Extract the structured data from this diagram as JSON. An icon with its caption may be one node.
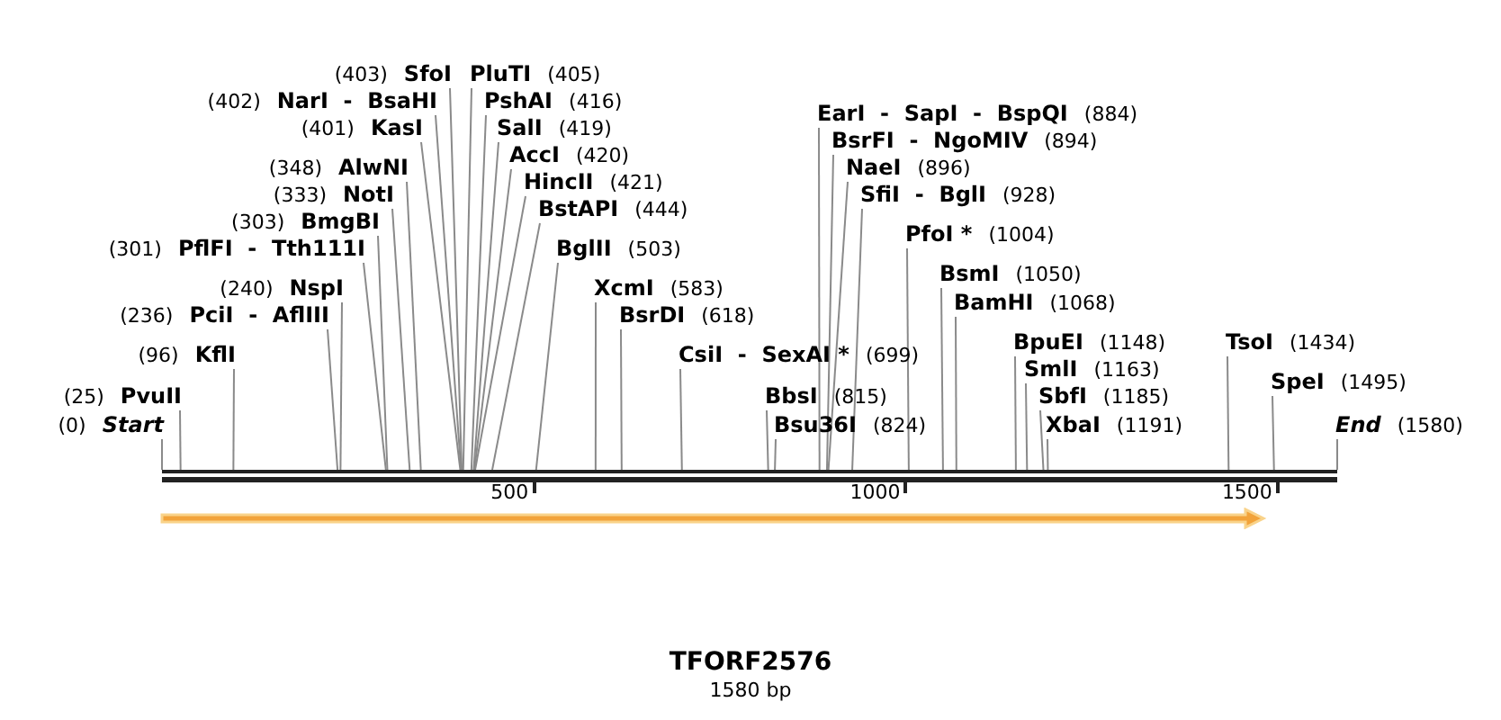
{
  "diagram": {
    "title": "TFORF2576",
    "caption": "1580 bp",
    "nodes": [
      {
        "text": [
          "(0)",
          "Start"
        ]
      },
      {
        "text": [
          "(25)",
          "PvuII"
        ]
      },
      {
        "text": [
          "(96)",
          "KflI"
        ]
      },
      {
        "text": [
          "(236)",
          "PciI  -  AflIII"
        ]
      },
      {
        "text": [
          "(240)",
          "NspI"
        ]
      },
      {
        "text": [
          "(301)",
          "PflFI  -  Tth111I"
        ]
      },
      {
        "text": [
          "(303)",
          "BmgBI"
        ]
      },
      {
        "text": [
          "(333)",
          "NotI"
        ]
      },
      {
        "text": [
          "(348)",
          "AlwNI"
        ]
      },
      {
        "text": [
          "(401)",
          "KasI"
        ]
      },
      {
        "text": [
          "(402)",
          "NarI  -  BsaHI"
        ]
      },
      {
        "text": [
          "(403)",
          "SfoI"
        ]
      },
      {
        "text": [
          "PluTI",
          "(405)"
        ]
      },
      {
        "text": [
          "PshAI",
          "(416)"
        ]
      },
      {
        "text": [
          "SalI",
          "(419)"
        ]
      },
      {
        "text": [
          "AccI",
          "(420)"
        ]
      },
      {
        "text": [
          "HincII",
          "(421)"
        ]
      },
      {
        "text": [
          "BstAPI",
          "(444)"
        ]
      },
      {
        "text": [
          "BglII",
          "(503)"
        ]
      },
      {
        "text": [
          "XcmI",
          "(583)"
        ]
      },
      {
        "text": [
          "BsrDI",
          "(618)"
        ]
      },
      {
        "text": [
          "CsiI  -  SexAI *",
          "(699)"
        ]
      },
      {
        "text": [
          "BbsI",
          "(815)"
        ]
      },
      {
        "text": [
          "Bsu36I",
          "(824)"
        ]
      },
      {
        "text": [
          "EarI  -  SapI  -  BspQI",
          "(884)"
        ]
      },
      {
        "text": [
          "BsrFI  -  NgoMIV",
          "(894)"
        ]
      },
      {
        "text": [
          "NaeI",
          "(896)"
        ]
      },
      {
        "text": [
          "SfiI  -  BglI",
          "(928)"
        ]
      },
      {
        "text": [
          "PfoI *",
          "(1004)"
        ]
      },
      {
        "text": [
          "BsmI",
          "(1050)"
        ]
      },
      {
        "text": [
          "BamHI",
          "(1068)"
        ]
      },
      {
        "text": [
          "BpuEI",
          "(1148)"
        ]
      },
      {
        "text": [
          "SmlI",
          "(1163)"
        ]
      },
      {
        "text": [
          "SbfI",
          "(1185)"
        ]
      },
      {
        "text": [
          "XbaI",
          "(1191)"
        ]
      },
      {
        "text": [
          "TsoI",
          "(1434)"
        ]
      },
      {
        "text": [
          "SpeI",
          "(1495)"
        ]
      },
      {
        "text": [
          "End",
          "(1580)"
        ]
      },
      {
        "text": [],
        "shape": "bar"
      },
      {
        "text": [],
        "shape": "arrow"
      }
    ],
    "edges": [
      {
        "from": 0,
        "to": 38,
        "arrow": "none"
      },
      {
        "from": 1,
        "to": 38,
        "arrow": "none"
      },
      {
        "from": 2,
        "to": 38,
        "arrow": "none"
      },
      {
        "from": 3,
        "to": 38,
        "arrow": "none"
      },
      {
        "from": 4,
        "to": 38,
        "arrow": "none"
      },
      {
        "from": 5,
        "to": 38,
        "arrow": "none"
      },
      {
        "from": 6,
        "to": 38,
        "arrow": "none"
      },
      {
        "from": 7,
        "to": 38,
        "arrow": "none"
      },
      {
        "from": 8,
        "to": 38,
        "arrow": "none"
      },
      {
        "from": 9,
        "to": 38,
        "arrow": "none"
      },
      {
        "from": 10,
        "to": 38,
        "arrow": "none"
      },
      {
        "from": 11,
        "to": 38,
        "arrow": "none"
      },
      {
        "from": 12,
        "to": 38,
        "arrow": "none"
      },
      {
        "from": 13,
        "to": 38,
        "arrow": "none"
      },
      {
        "from": 14,
        "to": 38,
        "arrow": "none"
      },
      {
        "from": 15,
        "to": 38,
        "arrow": "none"
      },
      {
        "from": 16,
        "to": 38,
        "arrow": "none"
      },
      {
        "from": 17,
        "to": 38,
        "arrow": "none"
      },
      {
        "from": 18,
        "to": 38,
        "arrow": "none"
      },
      {
        "from": 19,
        "to": 38,
        "arrow": "none"
      },
      {
        "from": 20,
        "to": 38,
        "arrow": "none"
      },
      {
        "from": 21,
        "to": 38,
        "arrow": "none"
      },
      {
        "from": 22,
        "to": 38,
        "arrow": "none"
      },
      {
        "from": 23,
        "to": 38,
        "arrow": "none"
      },
      {
        "from": 24,
        "to": 38,
        "arrow": "none"
      },
      {
        "from": 25,
        "to": 38,
        "arrow": "none"
      },
      {
        "from": 26,
        "to": 38,
        "arrow": "none"
      },
      {
        "from": 27,
        "to": 38,
        "arrow": "none"
      },
      {
        "from": 28,
        "to": 38,
        "arrow": "none"
      },
      {
        "from": 29,
        "to": 38,
        "arrow": "none"
      },
      {
        "from": 30,
        "to": 38,
        "arrow": "none"
      },
      {
        "from": 31,
        "to": 38,
        "arrow": "none"
      },
      {
        "from": 32,
        "to": 38,
        "arrow": "none"
      },
      {
        "from": 33,
        "to": 38,
        "arrow": "none"
      },
      {
        "from": 34,
        "to": 38,
        "arrow": "none"
      },
      {
        "from": 35,
        "to": 38,
        "arrow": "none"
      },
      {
        "from": 36,
        "to": 38,
        "arrow": "none"
      },
      {
        "from": 37,
        "to": 38,
        "arrow": "none"
      }
    ],
    "labels": [
      "500",
      "1000",
      "1500"
    ]
  }
}
